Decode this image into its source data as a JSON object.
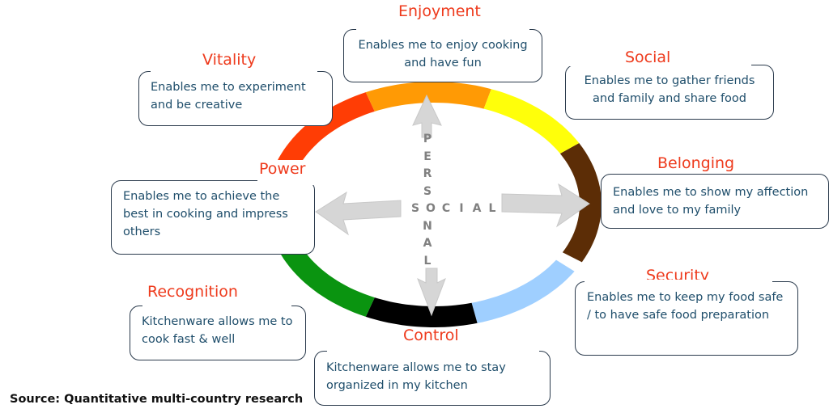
{
  "diagram": {
    "ring_segments": [
      {
        "name": "belonging",
        "color": "#5c2d06"
      },
      {
        "name": "security",
        "color": "#9fcfff"
      },
      {
        "name": "control",
        "color": "#000000"
      },
      {
        "name": "recognition",
        "color": "#0a9410"
      },
      {
        "name": "power",
        "color": "#8a1fb8"
      },
      {
        "name": "vitality",
        "color": "#ff3d05"
      },
      {
        "name": "enjoyment",
        "color": "#ff9a05"
      },
      {
        "name": "social",
        "color": "#ffff0a"
      }
    ],
    "axis_vertical": "PERSONAL",
    "axis_horizontal": "SOCIAL",
    "items": {
      "enjoyment": {
        "title": "Enjoyment",
        "text": "Enables me to enjoy cooking and have fun"
      },
      "vitality": {
        "title": "Vitality",
        "text": "Enables me to experiment and be creative"
      },
      "social": {
        "title": "Social",
        "text": "Enables me to gather friends and family and share food"
      },
      "belonging": {
        "title": "Belonging",
        "text": "Enables me to show my affection and love to my family"
      },
      "power": {
        "title": "Power",
        "text": "Enables me to achieve the best in cooking and impress others"
      },
      "security": {
        "title": "Security",
        "text": "Enables me to keep my food safe / to have safe food preparation"
      },
      "recognition": {
        "title": "Recognition",
        "text": "Kitchenware allows me to cook fast & well"
      },
      "control": {
        "title": "Control",
        "text": "Kitchenware allows me to stay organized in my kitchen"
      }
    },
    "source": "Source: Quantitative multi-country research"
  }
}
